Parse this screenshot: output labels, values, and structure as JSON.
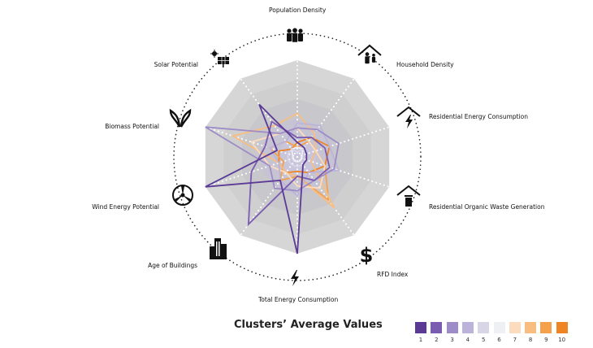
{
  "chart_data": {
    "type": "radar",
    "title": "",
    "axes": [
      "Population Density",
      "Household Density",
      "Residential Energy Consumption",
      "Residential Organic Waste Generation",
      "RFD Index",
      "Total Energy Consumption",
      "Age of Buildings",
      "Wind Energy Potential",
      "Biomass Potential",
      "Solar Potential"
    ],
    "axis_icons": [
      "people-icon",
      "house-family-icon",
      "house-bolt-icon",
      "house-bin-icon",
      "dollar-icon",
      "bolt-icon",
      "buildings-icon",
      "wind-turbine-icon",
      "butterfly-icon",
      "solar-panel-icon"
    ],
    "range": [
      0,
      1
    ],
    "rings": 5,
    "legend_title": "Clusters’ Average Values",
    "series": [
      {
        "name": "1",
        "color": "#5b3a96",
        "values": [
          0.15,
          0.12,
          0.1,
          0.1,
          0.1,
          1.0,
          0.3,
          1.0,
          0.22,
          0.67
        ]
      },
      {
        "name": "2",
        "color": "#7a5db0",
        "values": [
          0.2,
          0.25,
          0.3,
          0.35,
          0.3,
          0.2,
          0.86,
          0.5,
          0.35,
          0.45
        ]
      },
      {
        "name": "3",
        "color": "#9d8cc6",
        "values": [
          0.3,
          0.35,
          0.45,
          0.4,
          0.3,
          0.35,
          0.4,
          0.3,
          1.0,
          0.3
        ]
      },
      {
        "name": "4",
        "color": "#bcb3da",
        "values": [
          0.35,
          0.4,
          0.35,
          0.45,
          0.2,
          0.4,
          0.3,
          0.2,
          0.3,
          0.2
        ]
      },
      {
        "name": "5",
        "color": "#d8d6e6",
        "values": [
          0.05,
          0.1,
          0.1,
          0.1,
          0.1,
          0.1,
          0.1,
          0.1,
          0.1,
          0.1
        ]
      },
      {
        "name": "6",
        "color": "#eef0f4",
        "values": [
          0.1,
          0.1,
          0.05,
          0.05,
          0.05,
          0.05,
          0.05,
          0.05,
          0.05,
          0.1
        ]
      },
      {
        "name": "7",
        "color": "#fcdcbf",
        "values": [
          0.3,
          0.2,
          0.2,
          0.3,
          0.4,
          0.3,
          0.2,
          0.3,
          0.5,
          0.3
        ]
      },
      {
        "name": "8",
        "color": "#f8bd80",
        "values": [
          0.45,
          0.3,
          0.2,
          0.15,
          0.65,
          0.2,
          0.2,
          0.2,
          0.7,
          0.4
        ]
      },
      {
        "name": "9",
        "color": "#f5a04a",
        "values": [
          0.1,
          0.2,
          0.2,
          0.3,
          0.55,
          0.2,
          0.3,
          0.15,
          0.3,
          0.2
        ]
      },
      {
        "name": "10",
        "color": "#ee8424",
        "values": [
          0.15,
          0.25,
          0.35,
          0.3,
          0.2,
          0.15,
          0.2,
          0.2,
          0.2,
          0.1
        ]
      }
    ]
  }
}
